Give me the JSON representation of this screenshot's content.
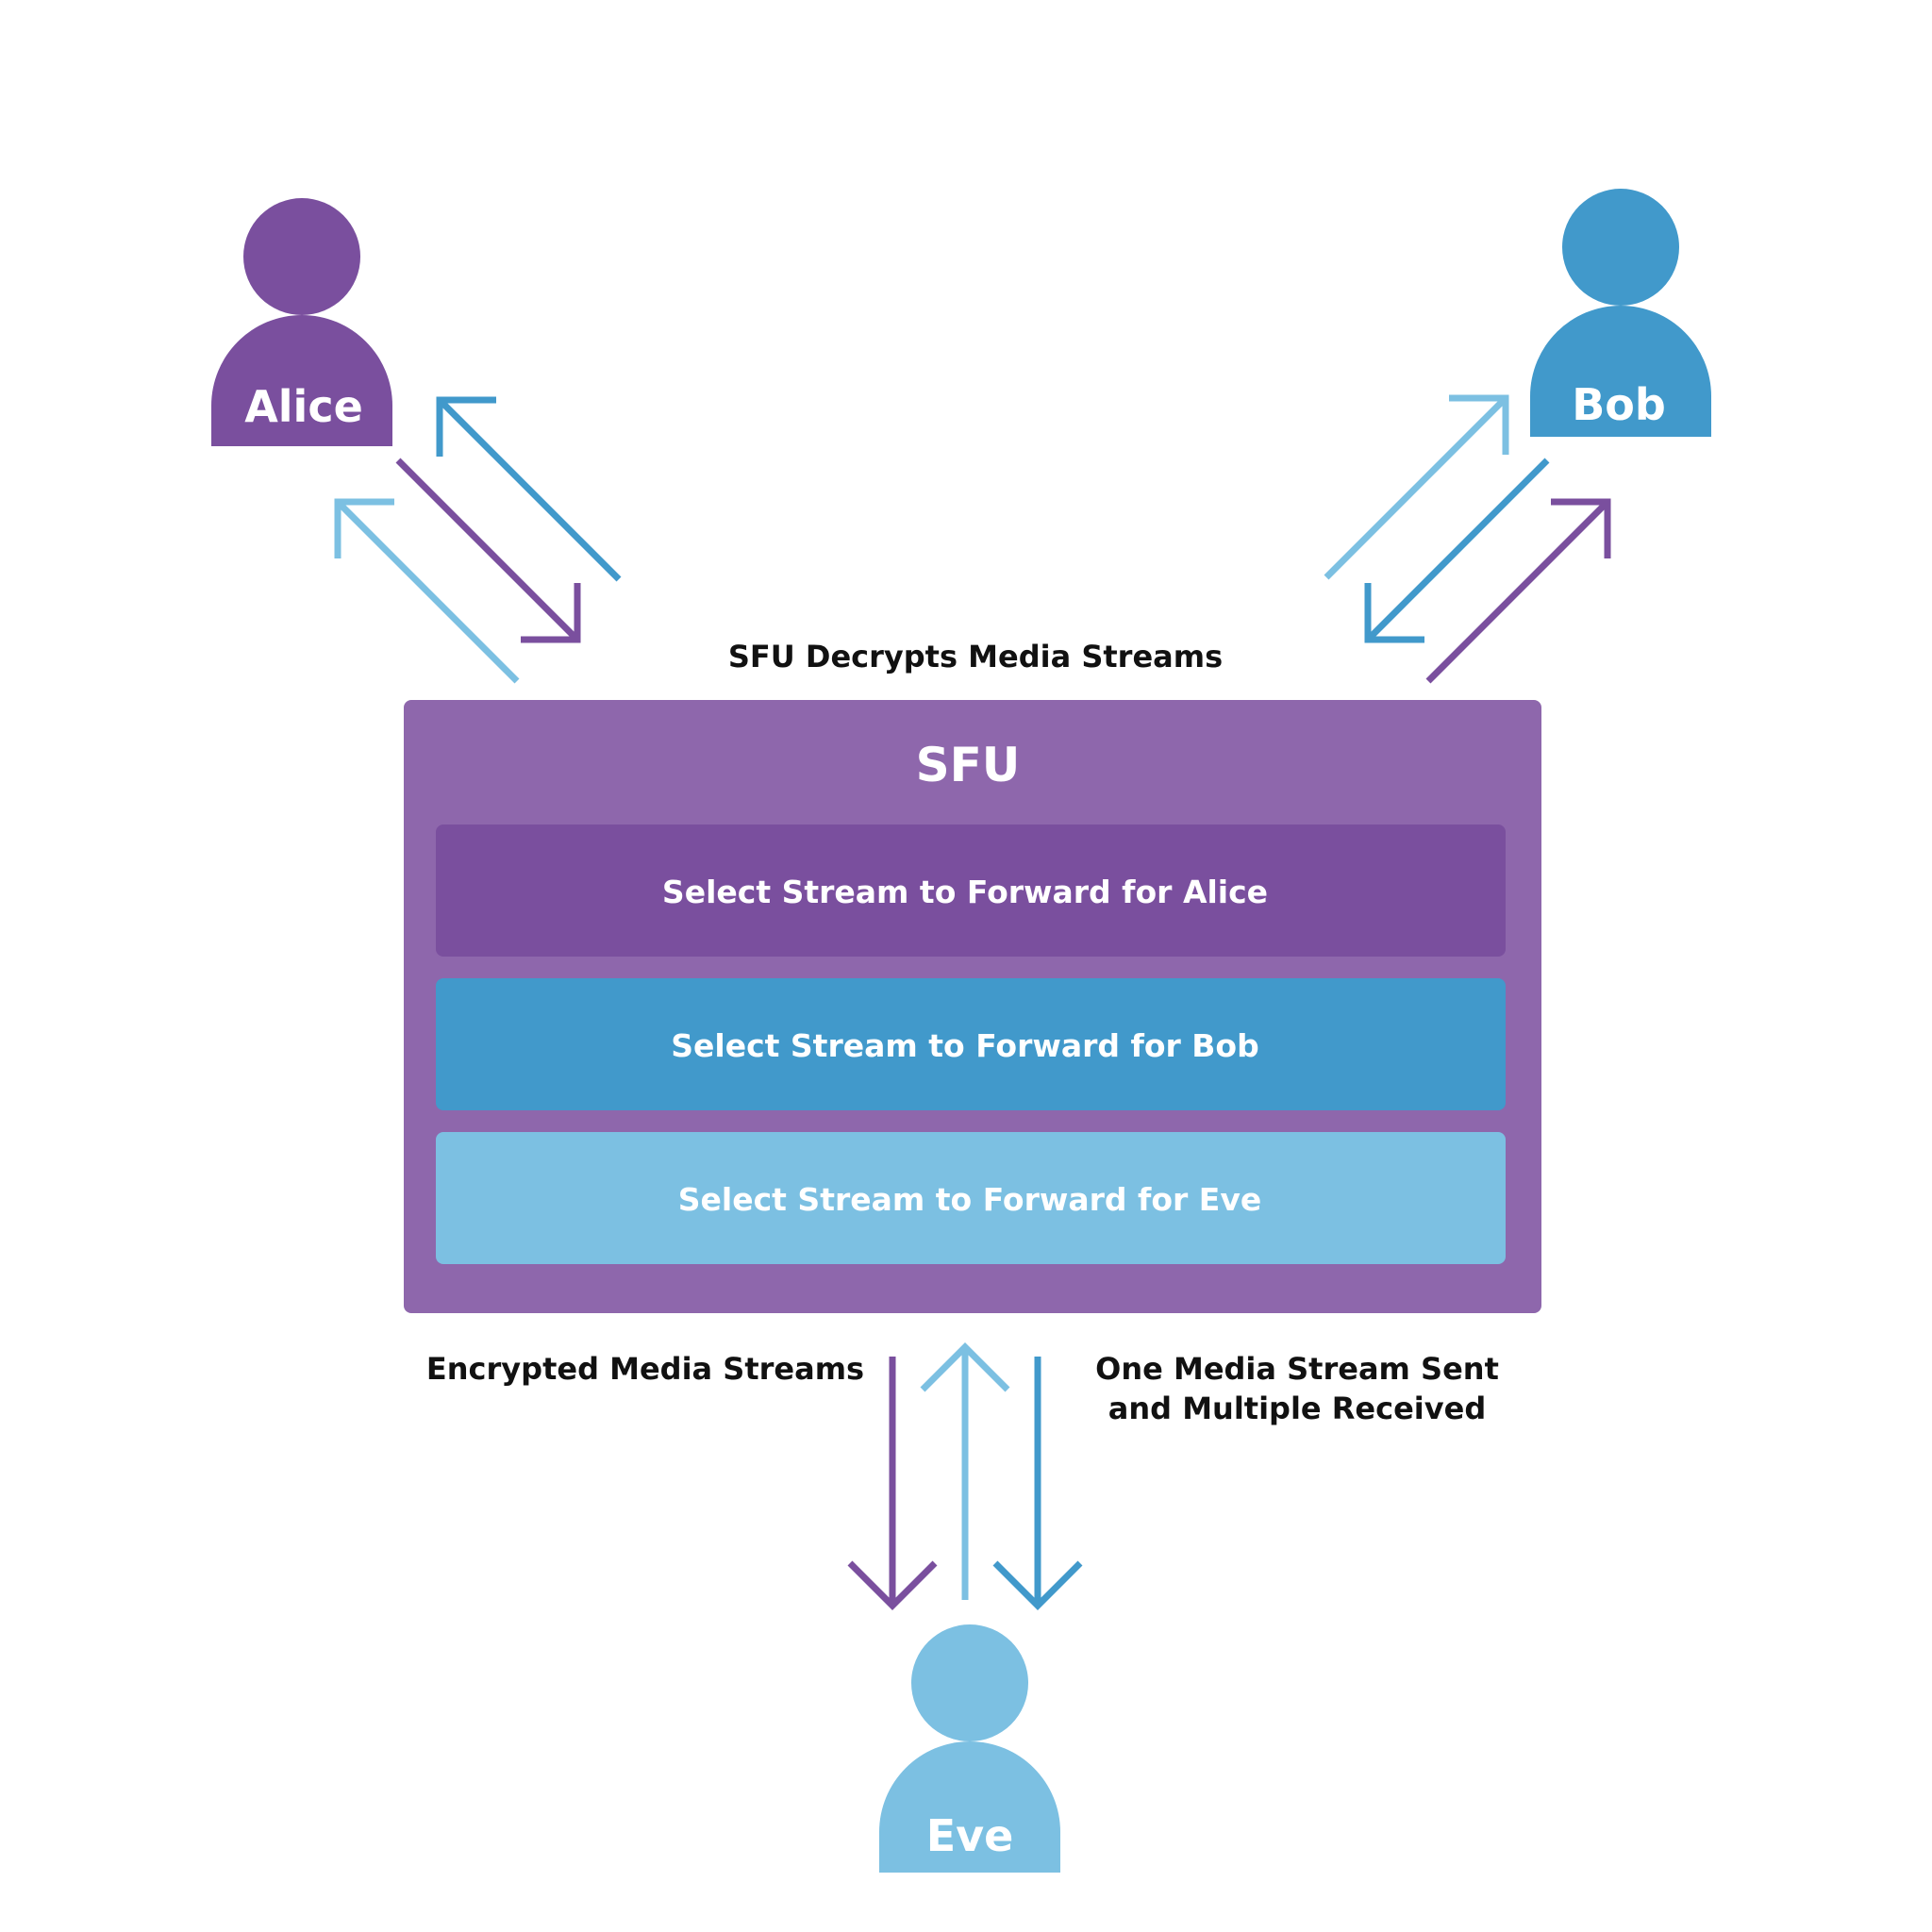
{
  "colors": {
    "alice": "#7A4F9E",
    "bob": "#4199CB",
    "eve": "#7CC0E2",
    "sfu_box": "#8E67AC",
    "text_dark": "#111111",
    "text_light": "#FFFFFF"
  },
  "people": {
    "alice": {
      "label": "Alice"
    },
    "bob": {
      "label": "Bob"
    },
    "eve": {
      "label": "Eve"
    }
  },
  "captions": {
    "decrypts": "SFU Decrypts Media Streams",
    "encrypted": "Encrypted Media Streams",
    "one_sent_line1": "One Media Stream Sent",
    "one_sent_line2": "and Multiple Received"
  },
  "sfu": {
    "title": "SFU",
    "rows": [
      {
        "label": "Select Stream to Forward for Alice"
      },
      {
        "label": "Select Stream to Forward for Bob"
      },
      {
        "label": "Select Stream to Forward for Eve"
      }
    ]
  }
}
